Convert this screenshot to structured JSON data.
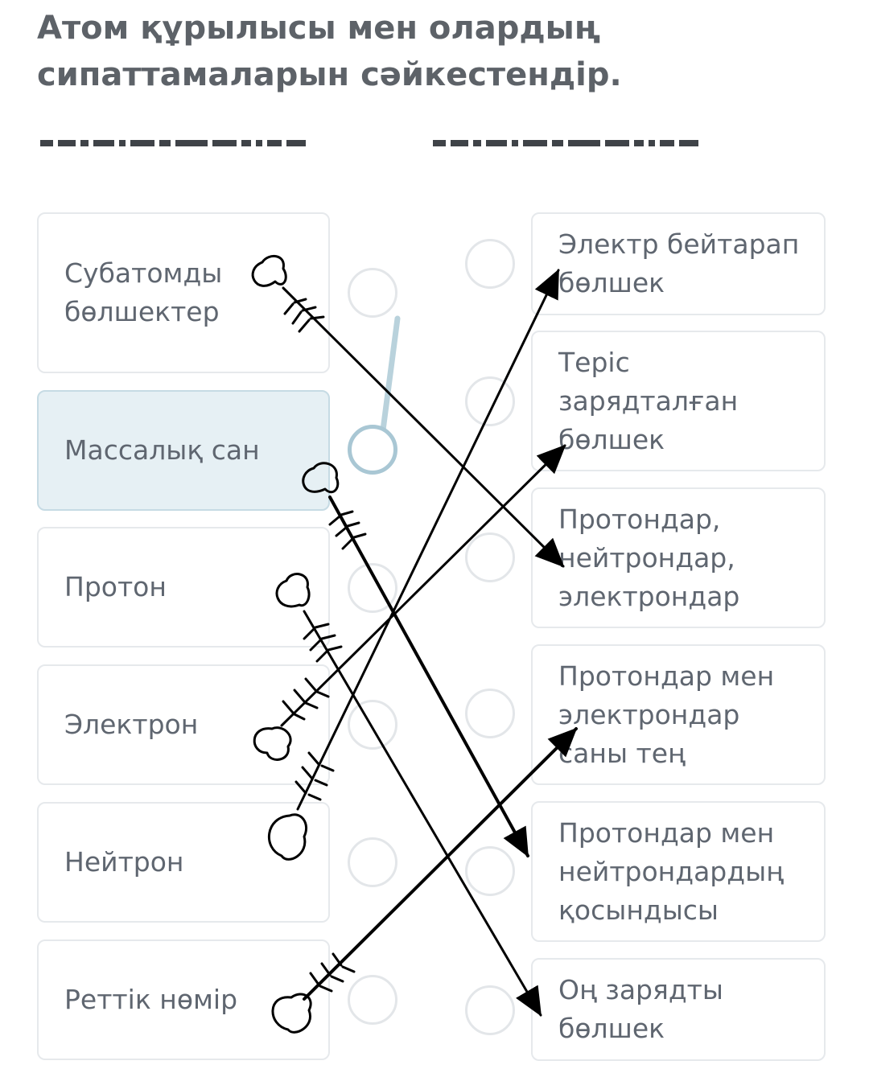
{
  "question": {
    "title": "Атом құрылысы мен олардың сипаттамаларын сәйкестендір."
  },
  "left_items": [
    {
      "label": "Субатомды бөлшектер",
      "selected": false
    },
    {
      "label": "Массалық сан",
      "selected": true
    },
    {
      "label": "Протон",
      "selected": false
    },
    {
      "label": "Электрон",
      "selected": false
    },
    {
      "label": "Нейтрон",
      "selected": false
    },
    {
      "label": "Реттік нөмір",
      "selected": false
    }
  ],
  "right_items": [
    {
      "label": "Электр бейтарап бөлшек"
    },
    {
      "label": "Теріс зарядталған бөлшек"
    },
    {
      "label": "Протондар, нейтрондар, электрондар"
    },
    {
      "label": "Протондар мен электрондар саны тең"
    },
    {
      "label": "Протондар мен нейтрондардың қосындысы"
    },
    {
      "label": "Оң зарядты бөлшек"
    }
  ],
  "colors": {
    "card_border": "#e6e9ec",
    "selected_bg": "#e6f0f4",
    "connector": "#a9c7d4",
    "drawn_arrows": "#000000"
  },
  "drawn_arrow_icon": "heart-tailed-arrow-icon"
}
